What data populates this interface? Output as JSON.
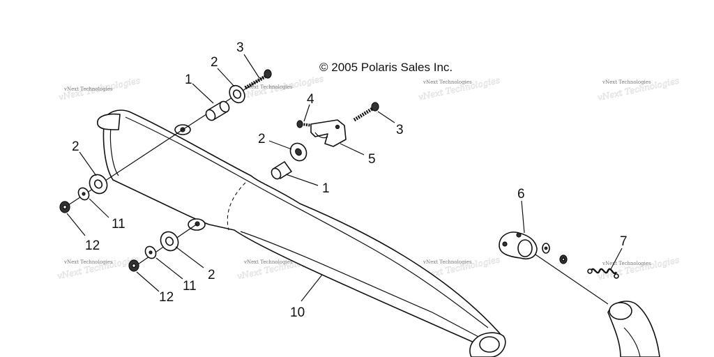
{
  "copyright": "© 2005 Polaris Sales Inc.",
  "watermark": "vNext Technologies",
  "callouts": {
    "c1a": "1",
    "c2a": "2",
    "c3a": "3",
    "c4": "4",
    "c3b": "3",
    "c2b": "2",
    "c5": "5",
    "c1b": "1",
    "c2c": "2",
    "c11a": "11",
    "c12a": "12",
    "c2d": "2",
    "c11b": "11",
    "c12b": "12",
    "c10": "10",
    "c6": "6",
    "c7": "7"
  }
}
